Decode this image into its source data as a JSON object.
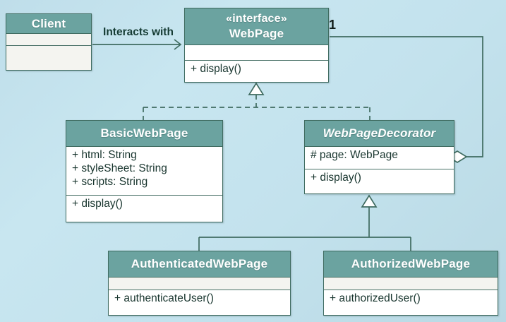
{
  "diagram": {
    "type": "uml-class-diagram",
    "pattern": "Decorator",
    "background_color": "#c3e2ed",
    "header_color": "#6ba3a0",
    "line_color": "#3f6b60",
    "classes": [
      {
        "id": "client",
        "name": "Client",
        "stereotype": "",
        "abstract": false,
        "attributes": [],
        "methods": []
      },
      {
        "id": "webpage",
        "name": "WebPage",
        "stereotype": "«interface»",
        "abstract": false,
        "attributes": [],
        "methods": [
          "+ display()"
        ]
      },
      {
        "id": "basicwebpage",
        "name": "BasicWebPage",
        "stereotype": "",
        "abstract": false,
        "attributes": [
          "+ html: String",
          "+ styleSheet: String",
          "+ scripts: String"
        ],
        "methods": [
          "+ display()"
        ]
      },
      {
        "id": "decorator",
        "name": "WebPageDecorator",
        "stereotype": "",
        "abstract": true,
        "attributes": [
          "# page: WebPage"
        ],
        "methods": [
          "+ display()"
        ]
      },
      {
        "id": "authenticated",
        "name": "AuthenticatedWebPage",
        "stereotype": "",
        "abstract": false,
        "attributes": [],
        "methods": [
          "+ authenticateUser()"
        ]
      },
      {
        "id": "authorized",
        "name": "AuthorizedWebPage",
        "stereotype": "",
        "abstract": false,
        "attributes": [],
        "methods": [
          "+ authorizedUser()"
        ]
      }
    ],
    "relationships": [
      {
        "id": "client-uses-webpage",
        "kind": "association",
        "from": "client",
        "to": "webpage",
        "label": "Interacts with",
        "arrow": "open"
      },
      {
        "id": "decorator-aggregates-webpage",
        "kind": "aggregation",
        "from": "decorator",
        "to": "webpage",
        "label": "",
        "multiplicity_target": "1",
        "arrow": "hollow-diamond"
      },
      {
        "id": "basicwebpage-realizes-webpage",
        "kind": "realization",
        "from": "basicwebpage",
        "to": "webpage",
        "label": "",
        "arrow": "hollow-triangle-dashed"
      },
      {
        "id": "decorator-realizes-webpage",
        "kind": "realization",
        "from": "decorator",
        "to": "webpage",
        "label": "",
        "arrow": "hollow-triangle-dashed"
      },
      {
        "id": "authenticated-extends-decorator",
        "kind": "generalization",
        "from": "authenticated",
        "to": "decorator",
        "label": "",
        "arrow": "hollow-triangle-solid"
      },
      {
        "id": "authorized-extends-decorator",
        "kind": "generalization",
        "from": "authorized",
        "to": "decorator",
        "label": "",
        "arrow": "hollow-triangle-solid"
      }
    ]
  }
}
